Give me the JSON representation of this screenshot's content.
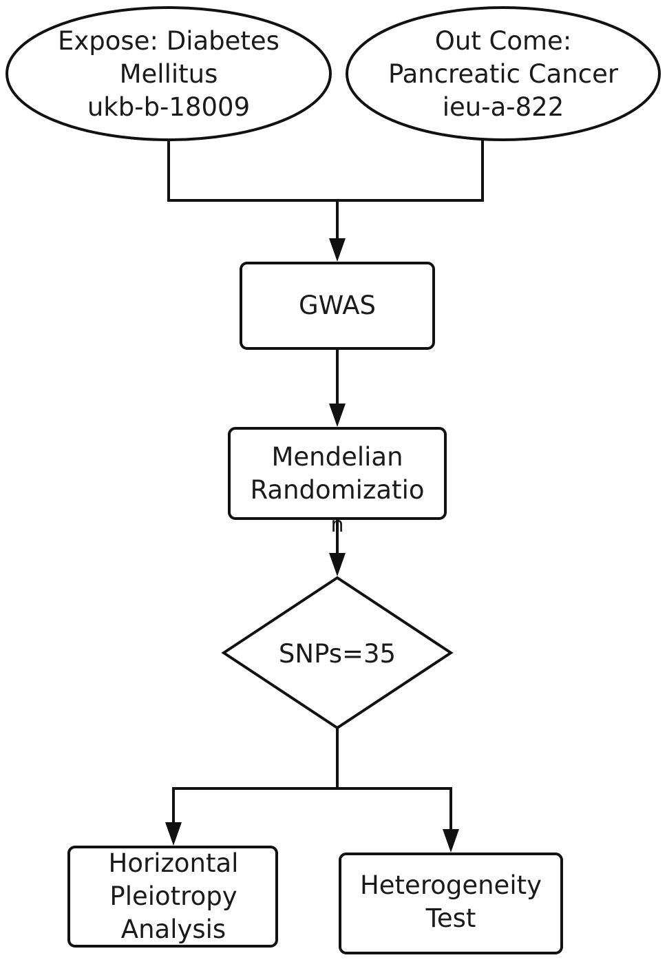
{
  "diagram": {
    "nodes": {
      "exposure": {
        "shape": "ellipse",
        "lines": [
          "Expose: Diabetes",
          "Mellitus",
          "ukb-b-18009"
        ]
      },
      "outcome": {
        "shape": "ellipse",
        "lines": [
          "Out Come:",
          "Pancreatic Cancer",
          "ieu-a-822"
        ]
      },
      "gwas": {
        "shape": "rounded-rectangle",
        "lines": [
          "GWAS"
        ]
      },
      "mr": {
        "shape": "rounded-rectangle",
        "lines": [
          "Mendelian",
          "Randomizatio",
          "n"
        ]
      },
      "snps": {
        "shape": "diamond",
        "lines": [
          "SNPs=35"
        ]
      },
      "pleiotropy": {
        "shape": "rounded-rectangle",
        "lines": [
          "Horizontal",
          "Pleiotropy",
          "Analysis"
        ]
      },
      "heterogeneity": {
        "shape": "rounded-rectangle",
        "lines": [
          "Heterogeneity",
          "Test"
        ]
      }
    },
    "edges": [
      {
        "from": "exposure",
        "to": "gwas"
      },
      {
        "from": "outcome",
        "to": "gwas"
      },
      {
        "from": "gwas",
        "to": "mr"
      },
      {
        "from": "mr",
        "to": "snps"
      },
      {
        "from": "snps",
        "to": "pleiotropy"
      },
      {
        "from": "snps",
        "to": "heterogeneity"
      }
    ],
    "colors": {
      "stroke": "#111111",
      "fill": "#ffffff",
      "text": "#1a1a1a"
    }
  }
}
